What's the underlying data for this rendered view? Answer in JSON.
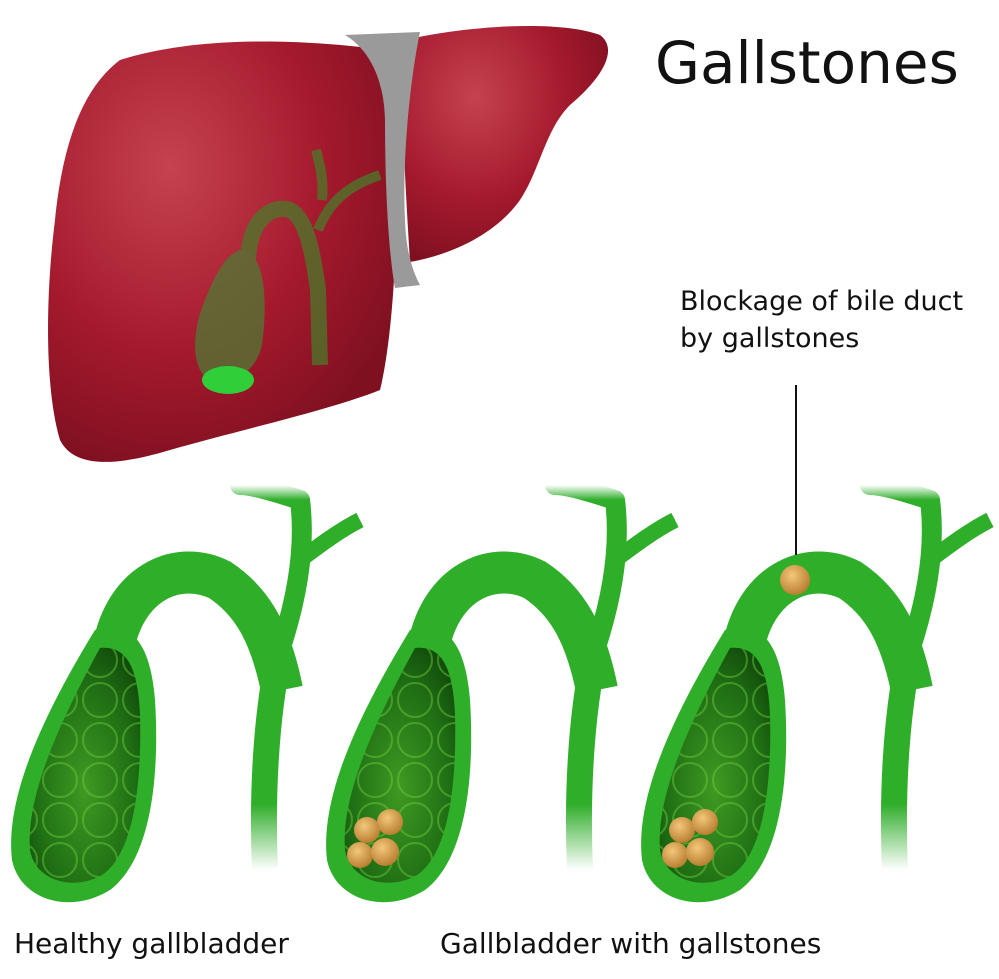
{
  "title": "Gallstones",
  "labels": {
    "blockage": "Blockage of bile duct by gallstones",
    "healthy": "Healthy gallbladder",
    "with_stones": "Gallbladder with gallstones"
  },
  "colors": {
    "liver": "#a3192c",
    "liver_highlight": "#c64250",
    "ligament": "#9a9a9a",
    "bile_green": "#2fae2a",
    "bile_light": "#7dd957",
    "bile_dark": "#1d7a1a",
    "stone": "#d9a55a",
    "text": "#111111"
  }
}
